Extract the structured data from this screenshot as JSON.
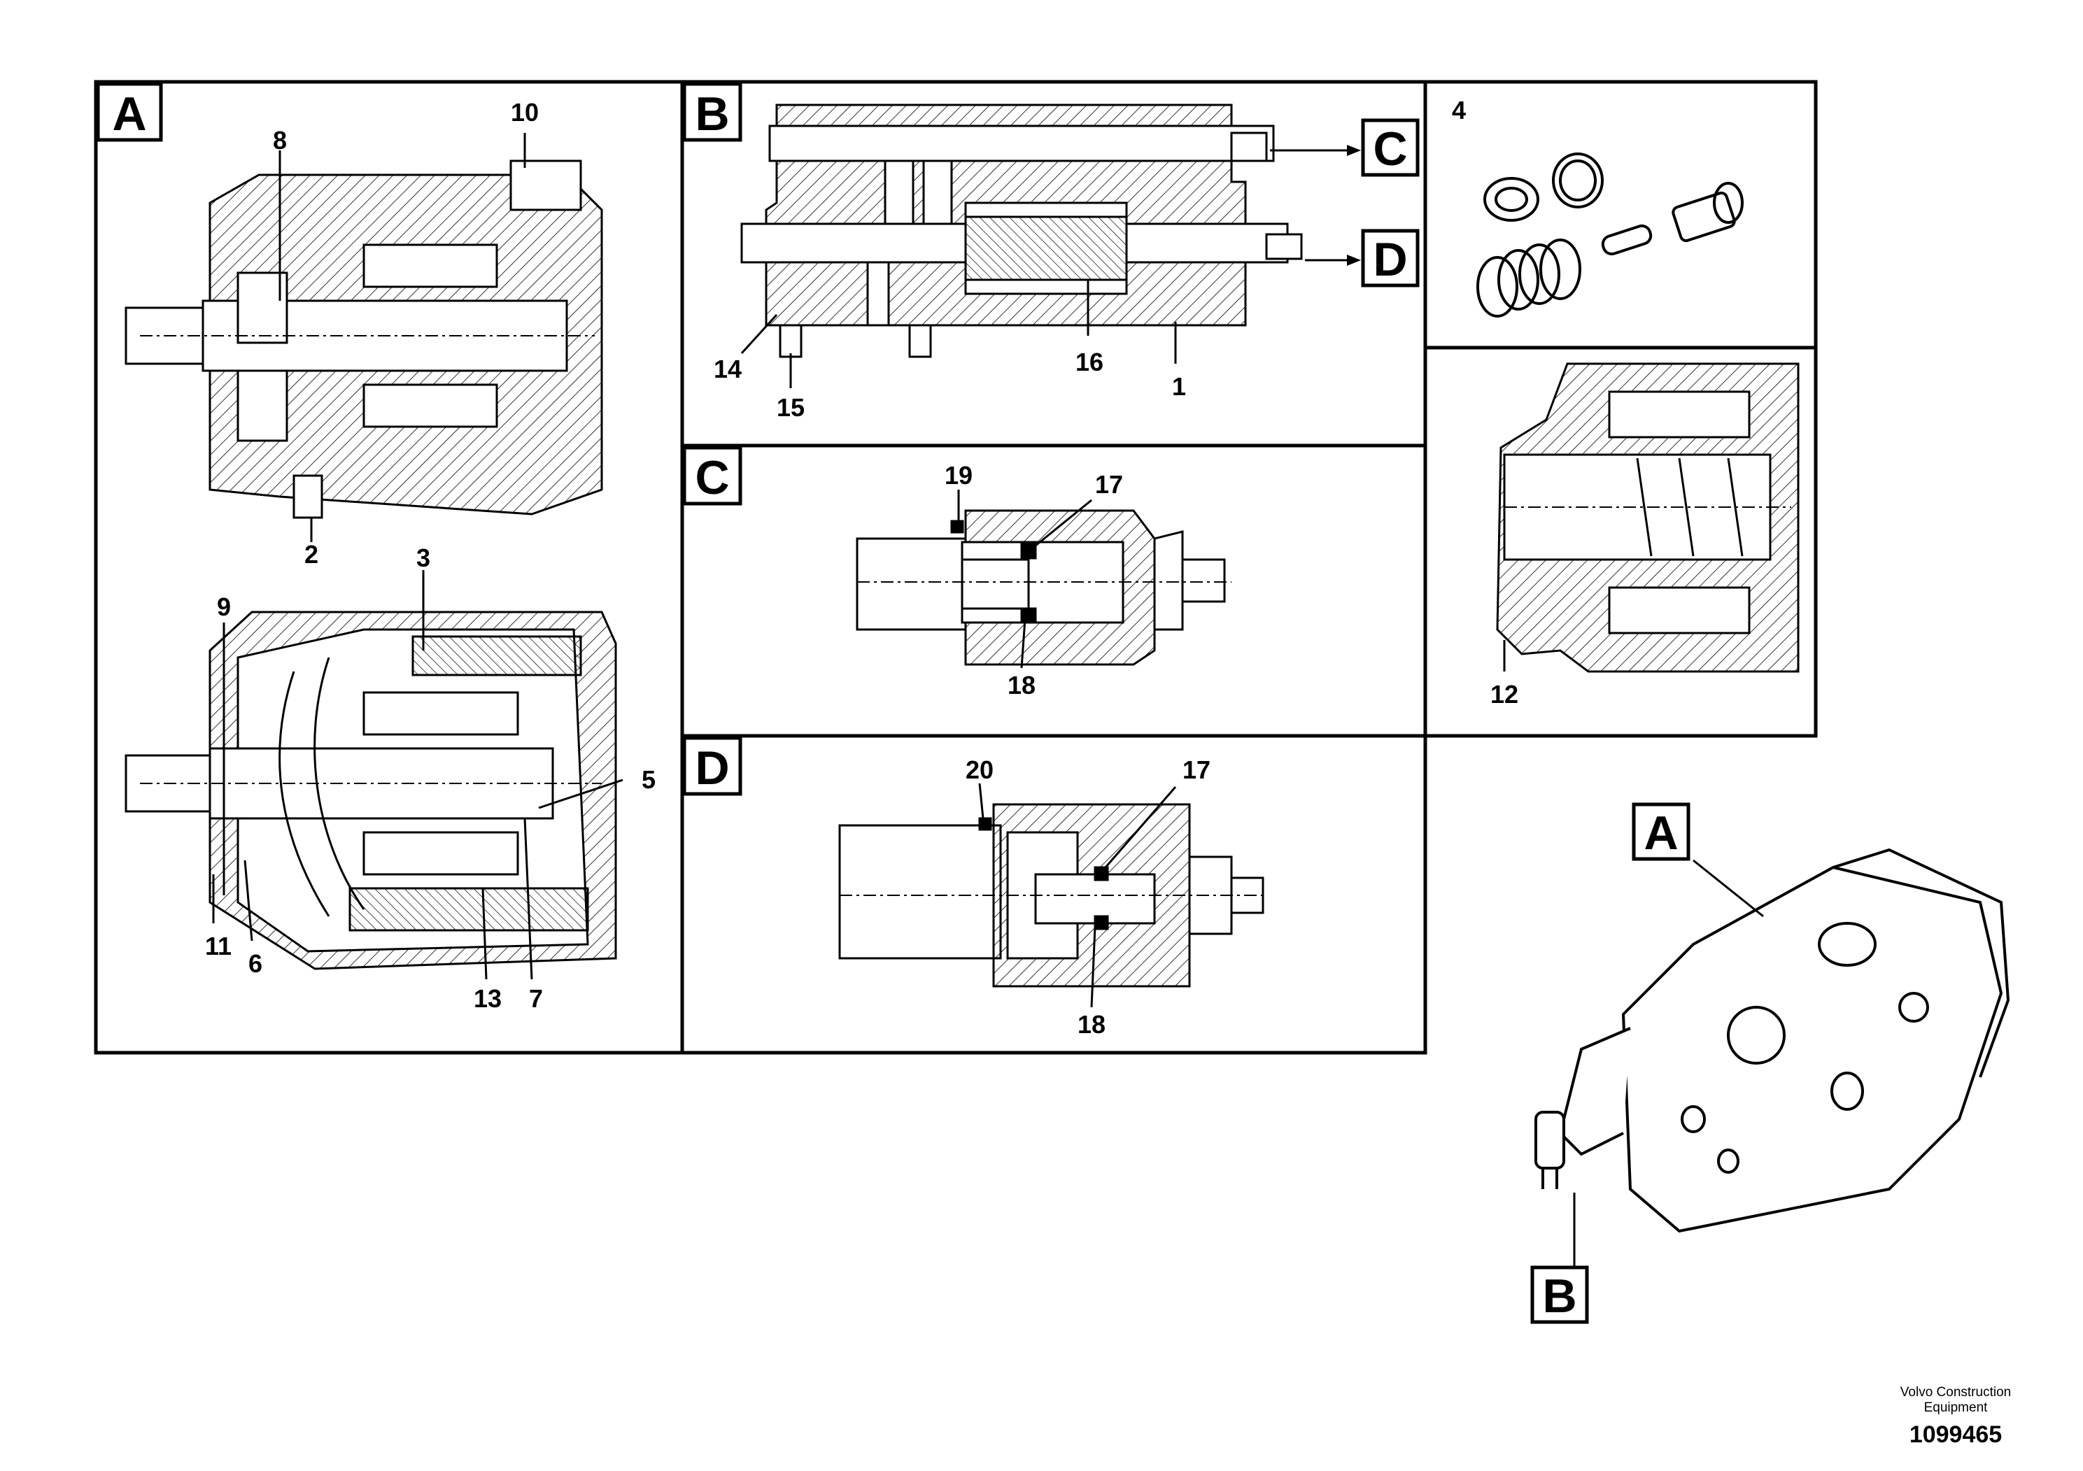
{
  "panels": {
    "A": {
      "tag": "A",
      "callouts": [
        "8",
        "10",
        "2",
        "3",
        "9",
        "5",
        "11",
        "6",
        "13",
        "7"
      ]
    },
    "B": {
      "tag": "B",
      "callouts": [
        "14",
        "15",
        "16",
        "1"
      ],
      "refs": [
        "C",
        "D"
      ]
    },
    "kit": {
      "callouts": [
        "4"
      ]
    },
    "piston": {
      "callouts": [
        "12"
      ]
    },
    "C": {
      "tag": "C",
      "callouts": [
        "19",
        "17",
        "18"
      ]
    },
    "D": {
      "tag": "D",
      "callouts": [
        "20",
        "17",
        "18"
      ]
    }
  },
  "overview": {
    "tag_top": "A",
    "tag_bottom": "B"
  },
  "footer": {
    "maker_line1": "Volvo Construction",
    "maker_line2": "Equipment",
    "doc_number": "1099465"
  }
}
